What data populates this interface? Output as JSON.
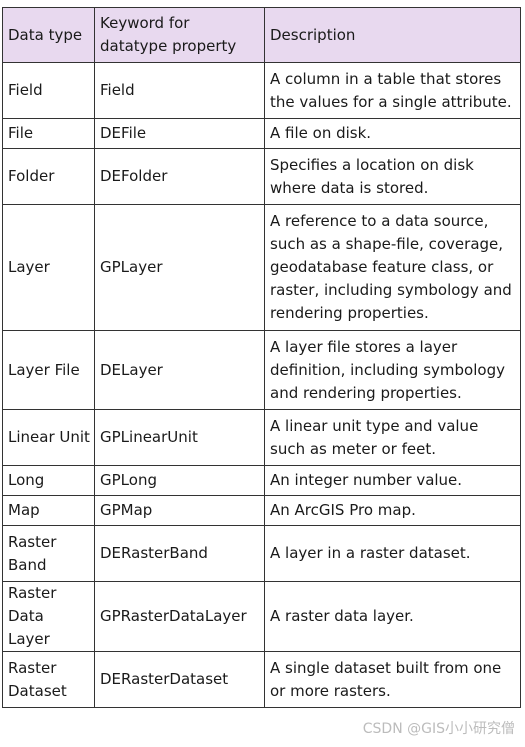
{
  "table": {
    "headers": [
      "Data type",
      "Keyword for datatype property",
      "Description"
    ],
    "rows": [
      [
        "Field",
        "Field",
        "A column in a table that stores the values for a single attribute."
      ],
      [
        "File",
        "DEFile",
        "A file on disk."
      ],
      [
        "Folder",
        "DEFolder",
        "Specifies a location on disk where data is stored."
      ],
      [
        "Layer",
        "GPLayer",
        "A reference to a data source, such as a shape-file, coverage, geodatabase feature class, or raster, including symbology and rendering properties."
      ],
      [
        "Layer File",
        "DELayer",
        "A layer file stores a layer definition, including symbology and rendering properties."
      ],
      [
        "Linear Unit",
        "GPLinearUnit",
        "A linear unit type and value such as meter or feet."
      ],
      [
        "Long",
        "GPLong",
        "An integer number value."
      ],
      [
        "Map",
        "GPMap",
        "An ArcGIS Pro map."
      ],
      [
        "Raster Band",
        "DERasterBand",
        "A layer in a raster dataset."
      ],
      [
        "Raster Data Layer",
        "GPRasterDataLayer",
        "A raster data layer."
      ],
      [
        "Raster Dataset",
        "DERasterDataset",
        "A single dataset built from one or more rasters."
      ]
    ]
  },
  "watermark": "CSDN @GIS小小研究僧",
  "colors": {
    "header_background": "#e8d9ef",
    "border": "#333333",
    "watermark": "#bcbcbc"
  }
}
